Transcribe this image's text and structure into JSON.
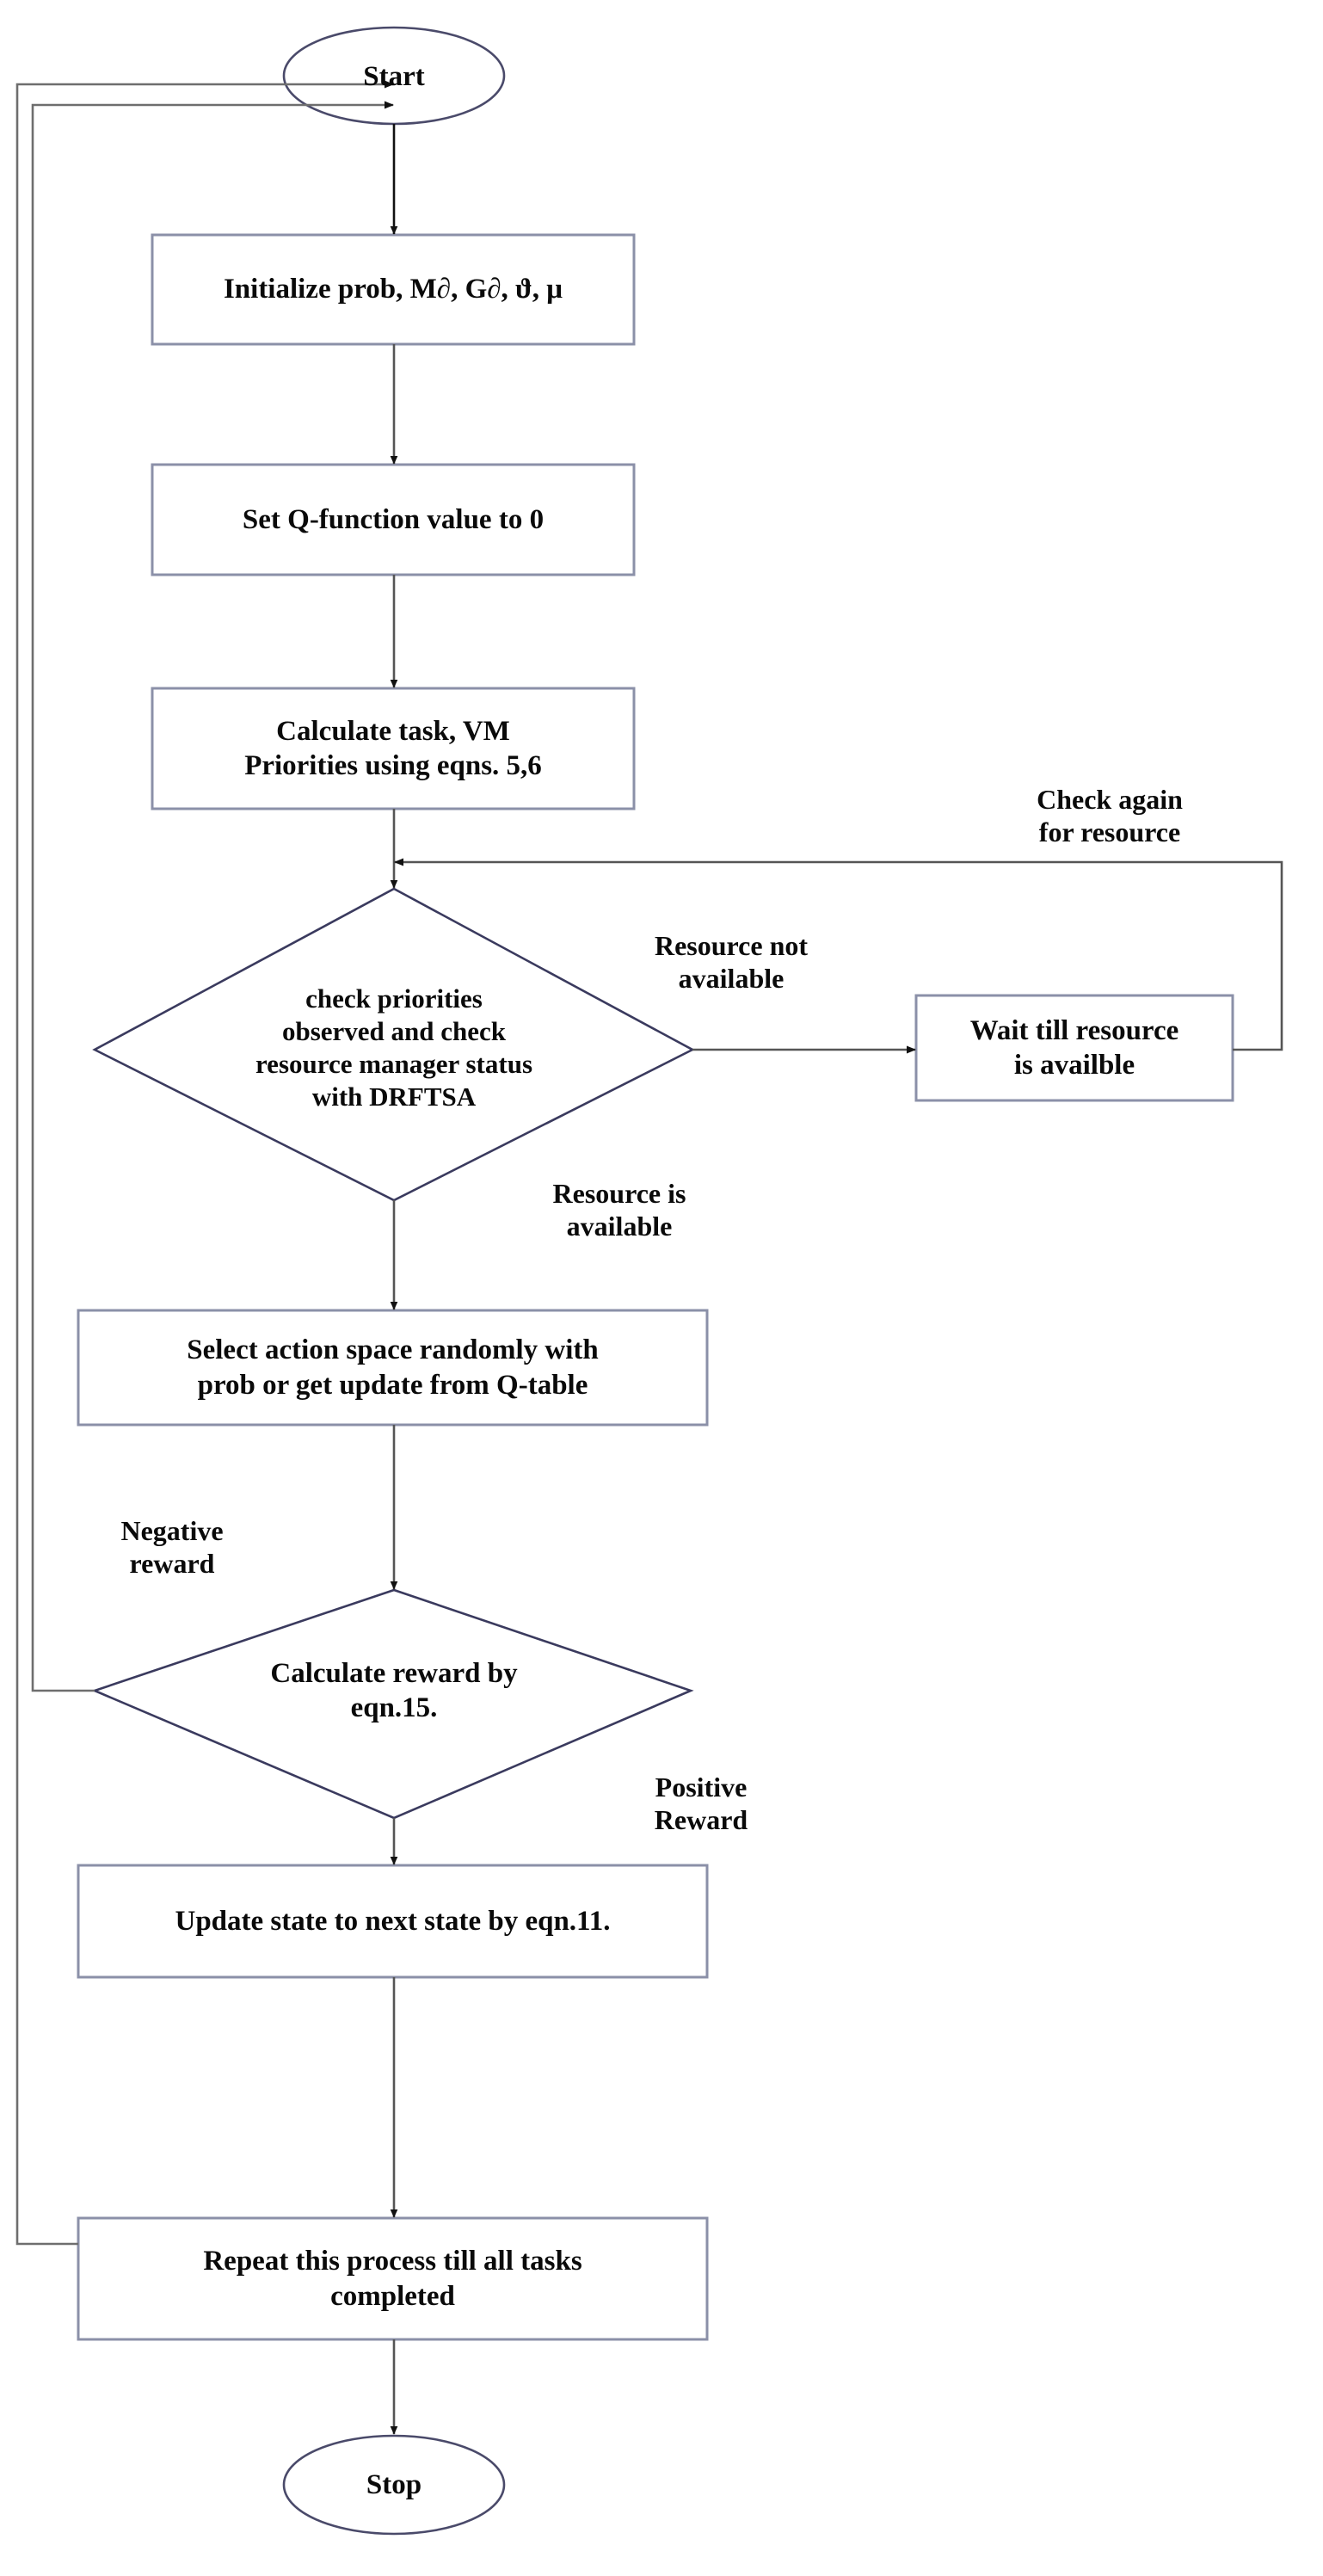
{
  "diagram": {
    "type": "flowchart",
    "title": "DRFTSA Q-Learning task scheduling flowchart",
    "colors": {
      "background": "#ffffff",
      "process_border": "#8b90a8",
      "decision_border": "#3a3a5e",
      "terminal_border": "#4a4a6a",
      "connector": "#6e6e6e",
      "arrow_dark": "#111111",
      "text": "#0a0a0a"
    },
    "nodes": {
      "start": {
        "shape": "ellipse",
        "label": "Start"
      },
      "initialize": {
        "shape": "process",
        "label": "Initialize prob, M∂, G∂, ϑ, μ"
      },
      "set_q": {
        "shape": "process",
        "label": "Set Q-function value to 0"
      },
      "calc_priorities": {
        "shape": "process",
        "label": "Calculate task, VM\nPriorities using eqns. 5,6"
      },
      "check_priorities": {
        "shape": "decision",
        "label": "check priorities\nobserved and check\nresource manager status\nwith DRFTSA"
      },
      "wait_resource": {
        "shape": "process",
        "label": "Wait till resource\nis availble"
      },
      "select_action": {
        "shape": "process",
        "label": "Select action space randomly with\nprob or get update from Q-table"
      },
      "calc_reward": {
        "shape": "decision",
        "label": "Calculate reward by\neqn.15."
      },
      "update_state": {
        "shape": "process",
        "label": "Update state to next state by eqn.11."
      },
      "repeat_process": {
        "shape": "process",
        "label": "Repeat this process till all tasks\ncompleted"
      },
      "stop": {
        "shape": "ellipse",
        "label": "Stop"
      }
    },
    "edge_labels": {
      "check_again": "Check again\nfor resource",
      "resource_not_available": "Resource not\navailable",
      "resource_is_available": "Resource is\navailable",
      "negative_reward": "Negative\nreward",
      "positive_reward": "Positive\nReward"
    },
    "edges": [
      {
        "from": "start",
        "to": "initialize",
        "label": ""
      },
      {
        "from": "initialize",
        "to": "set_q",
        "label": ""
      },
      {
        "from": "set_q",
        "to": "calc_priorities",
        "label": ""
      },
      {
        "from": "calc_priorities",
        "to": "check_priorities",
        "label": ""
      },
      {
        "from": "check_priorities",
        "to": "wait_resource",
        "label": "Resource not available"
      },
      {
        "from": "wait_resource",
        "to": "check_priorities",
        "label": "Check again for resource"
      },
      {
        "from": "check_priorities",
        "to": "select_action",
        "label": "Resource is available"
      },
      {
        "from": "select_action",
        "to": "calc_reward",
        "label": ""
      },
      {
        "from": "calc_reward",
        "to": "initialize",
        "label": "Negative reward"
      },
      {
        "from": "calc_reward",
        "to": "update_state",
        "label": "Positive Reward"
      },
      {
        "from": "update_state",
        "to": "repeat_process",
        "label": ""
      },
      {
        "from": "repeat_process",
        "to": "initialize",
        "label": ""
      },
      {
        "from": "repeat_process",
        "to": "stop",
        "label": ""
      }
    ]
  }
}
